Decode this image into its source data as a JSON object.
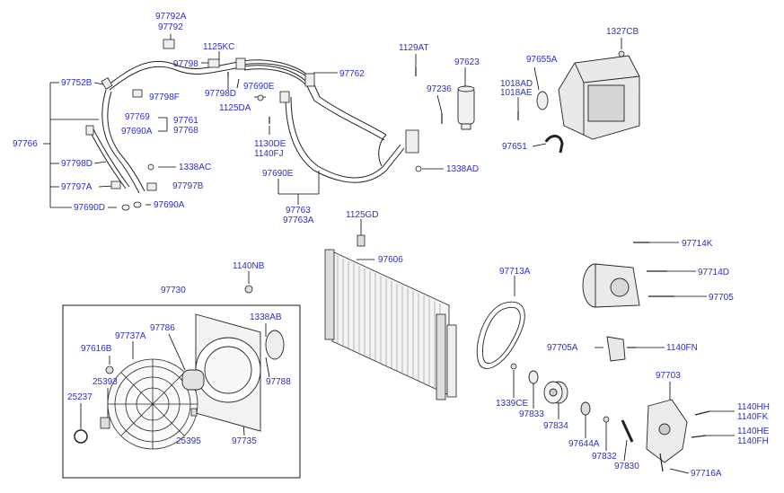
{
  "diagram": {
    "colors": {
      "label": "#2a2ec4",
      "line": "#000000",
      "part": "#222222",
      "fill": "#e6e6e6"
    },
    "labels": {
      "p97792A": "97792A",
      "p97792": "97792",
      "p1125KC": "1125KC",
      "p97798": "97798",
      "p97752B": "97752B",
      "p97798F": "97798F",
      "p97798D_top": "97798D",
      "p97690E_top": "97690E",
      "p1125DA": "1125DA",
      "p97762": "97762",
      "p1129AT": "1129AT",
      "p97623": "97623",
      "p97236": "97236",
      "p97655A": "97655A",
      "p1327CB": "1327CB",
      "p1018AD": "1018AD",
      "p1018AE": "1018AE",
      "p97769": "97769",
      "p97761": "97761",
      "p97690A_mid": "97690A",
      "p97768": "97768",
      "p97766": "97766",
      "p1130DE": "1130DE",
      "p1140FJ": "1140FJ",
      "p97651": "97651",
      "p97798D_left": "97798D",
      "p1338AC": "1338AC",
      "p97690E_bot": "97690E",
      "p1338AD": "1338AD",
      "p97797A": "97797A",
      "p97797B": "97797B",
      "p97690D": "97690D",
      "p97690A_bot": "97690A",
      "p97763": "97763",
      "p97763A": "97763A",
      "p1125GD": "1125GD",
      "p97714K": "97714K",
      "p97606": "97606",
      "p1140NB": "1140NB",
      "p97713A": "97713A",
      "p97714D": "97714D",
      "p97730": "97730",
      "p97705": "97705",
      "p1338AB": "1338AB",
      "p97786": "97786",
      "p97737A": "97737A",
      "p97705A": "97705A",
      "p1140FN": "1140FN",
      "p97616B": "97616B",
      "p97703": "97703",
      "p25393": "25393",
      "p97788": "97788",
      "p25237": "25237",
      "p1339CE": "1339CE",
      "p97833": "97833",
      "p1140HH": "1140HH",
      "p1140FK": "1140FK",
      "p97834": "97834",
      "p97735": "97735",
      "p25395": "25395",
      "p97644A": "97644A",
      "p1140HE": "1140HE",
      "p1140FH": "1140FH",
      "p97832": "97832",
      "p97830": "97830",
      "p97716A": "97716A"
    }
  }
}
